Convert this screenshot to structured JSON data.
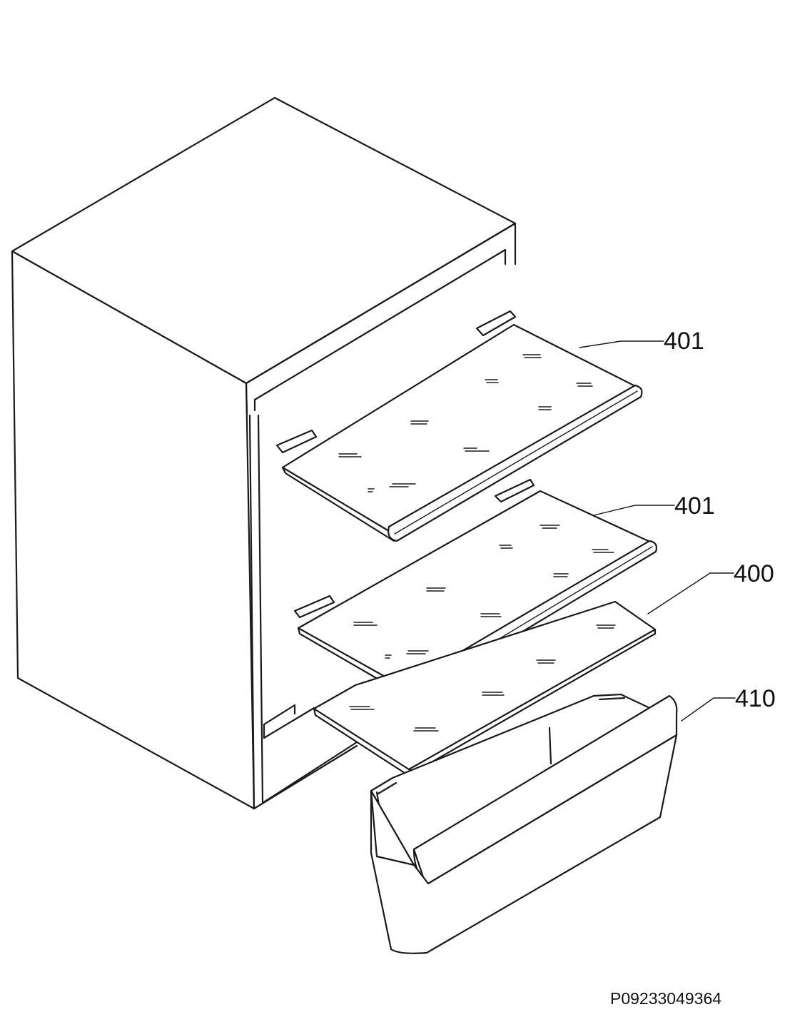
{
  "callouts": [
    {
      "label": "401",
      "part": "upper-glass-shelf"
    },
    {
      "label": "401",
      "part": "middle-glass-shelf"
    },
    {
      "label": "400",
      "part": "crisper-cover-glass"
    },
    {
      "label": "410",
      "part": "crisper-drawer"
    }
  ],
  "document_number": "P09233049364"
}
